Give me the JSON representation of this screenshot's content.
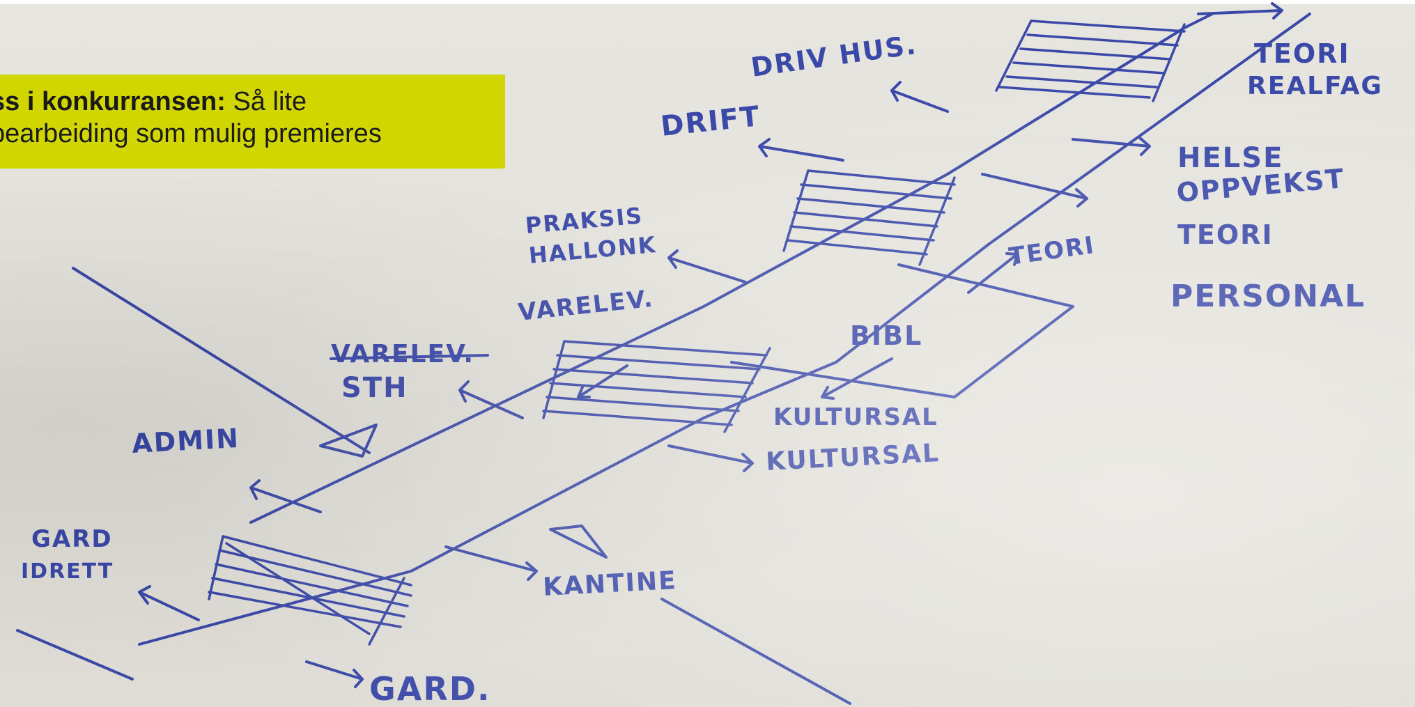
{
  "callout": {
    "heading": "ss i konkurransen:",
    "line1_rest": " Så lite",
    "line2": "pearbeiding som mulig premieres"
  },
  "sketch_labels": {
    "driv_hus": "DRIV HUS.",
    "drift": "DRIFT",
    "teori_realfag": "TEORI",
    "realfag": "REALFAG",
    "helse": "HELSE",
    "oppvekst": "OPPVEKST",
    "teori_right": "TEORI",
    "personal": "PERSONAL",
    "teori_mid": "TEORI",
    "praksis": "PRAKSIS",
    "hallonk": "HALLONK",
    "vareleverans_top": "VARELEV.",
    "bibl": "BIBL",
    "vareleverans_struck": "VARELEV.",
    "sth": "STH",
    "kultursal_1": "KULTURSAL",
    "kultursal_2": "KULTURSAL",
    "admin": "ADMIN",
    "gard": "GARD",
    "idrett": "IDRETT",
    "kantine": "KANTINE",
    "gard_bottom": "GARD."
  },
  "colors": {
    "ink": "#3a48a8",
    "callout_bg": "#d2d600",
    "paper": "#e5e3dd"
  }
}
